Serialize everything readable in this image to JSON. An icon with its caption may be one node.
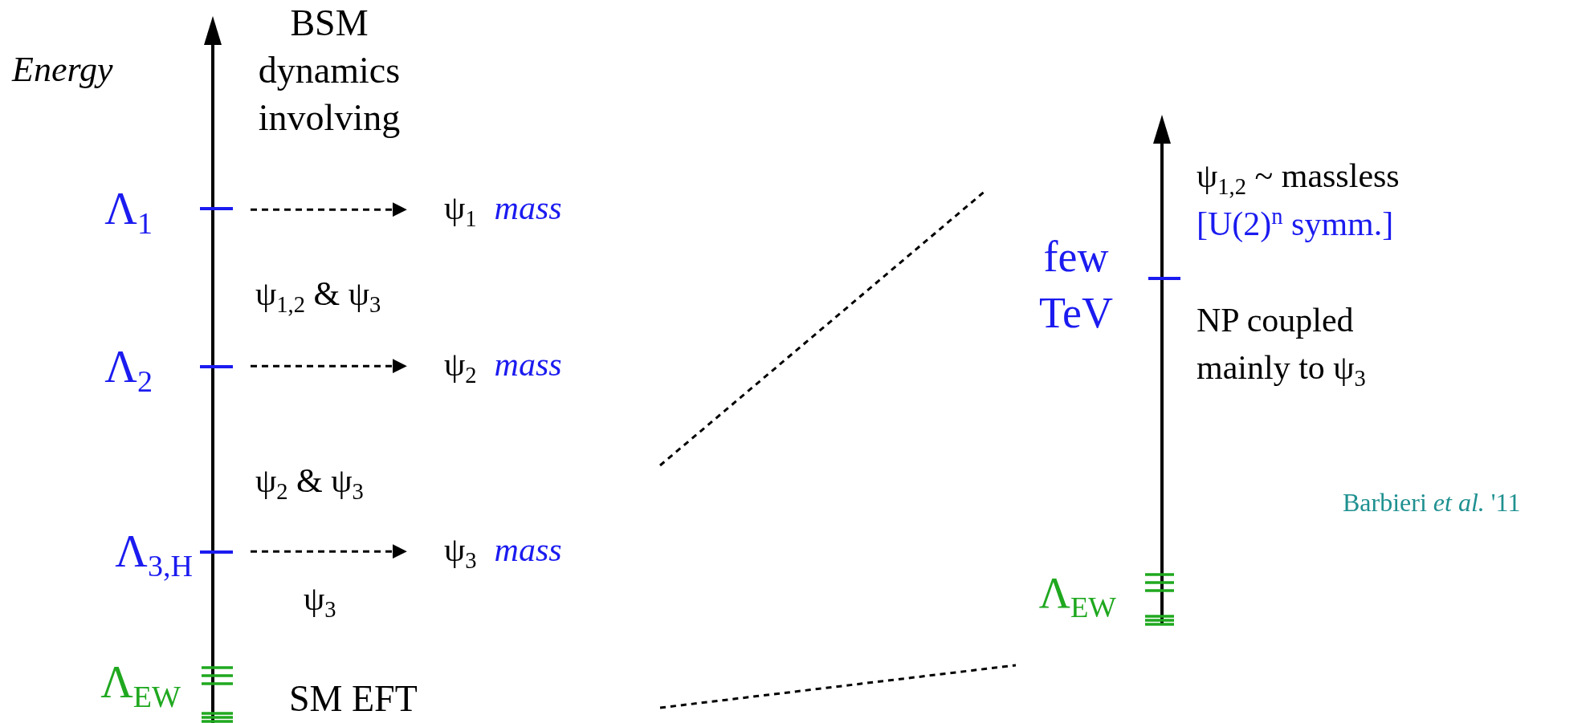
{
  "diagram": {
    "nodes": [
      {
        "text": [
          "ψ$_{1}$",
          "mass"
        ]
      },
      {
        "text": [
          "ψ$_{2}$",
          "mass"
        ]
      },
      {
        "text": [
          "ψ$_{3}$",
          "mass"
        ]
      }
    ],
    "edges": [
      {
        "from": null,
        "to": 0,
        "arrow": "to",
        "style": "dashed"
      },
      {
        "from": null,
        "to": 1,
        "arrow": "to",
        "style": "dashed"
      },
      {
        "from": null,
        "to": 2,
        "arrow": "to",
        "style": "dashed"
      }
    ],
    "labels": [
      "Energy",
      "BSM dynamics involving",
      "Λ$_{1}$",
      "ψ$_{1,2}$ & ψ$_{3}$",
      "Λ$_{2}$",
      "ψ$_{2}$ & ψ$_{3}$",
      "Λ$_{3,H}$",
      "ψ$_{3}$",
      "Λ$_{EW}$",
      "SM EFT",
      "ψ$_{1,2}$ ~ massless",
      "[U(2)$^{n}$ symm.]",
      "few TeV",
      "NP coupled mainly to ψ$_{3}$",
      "Barbieri *et al.*  '11",
      "Λ$_{EW}$"
    ]
  }
}
